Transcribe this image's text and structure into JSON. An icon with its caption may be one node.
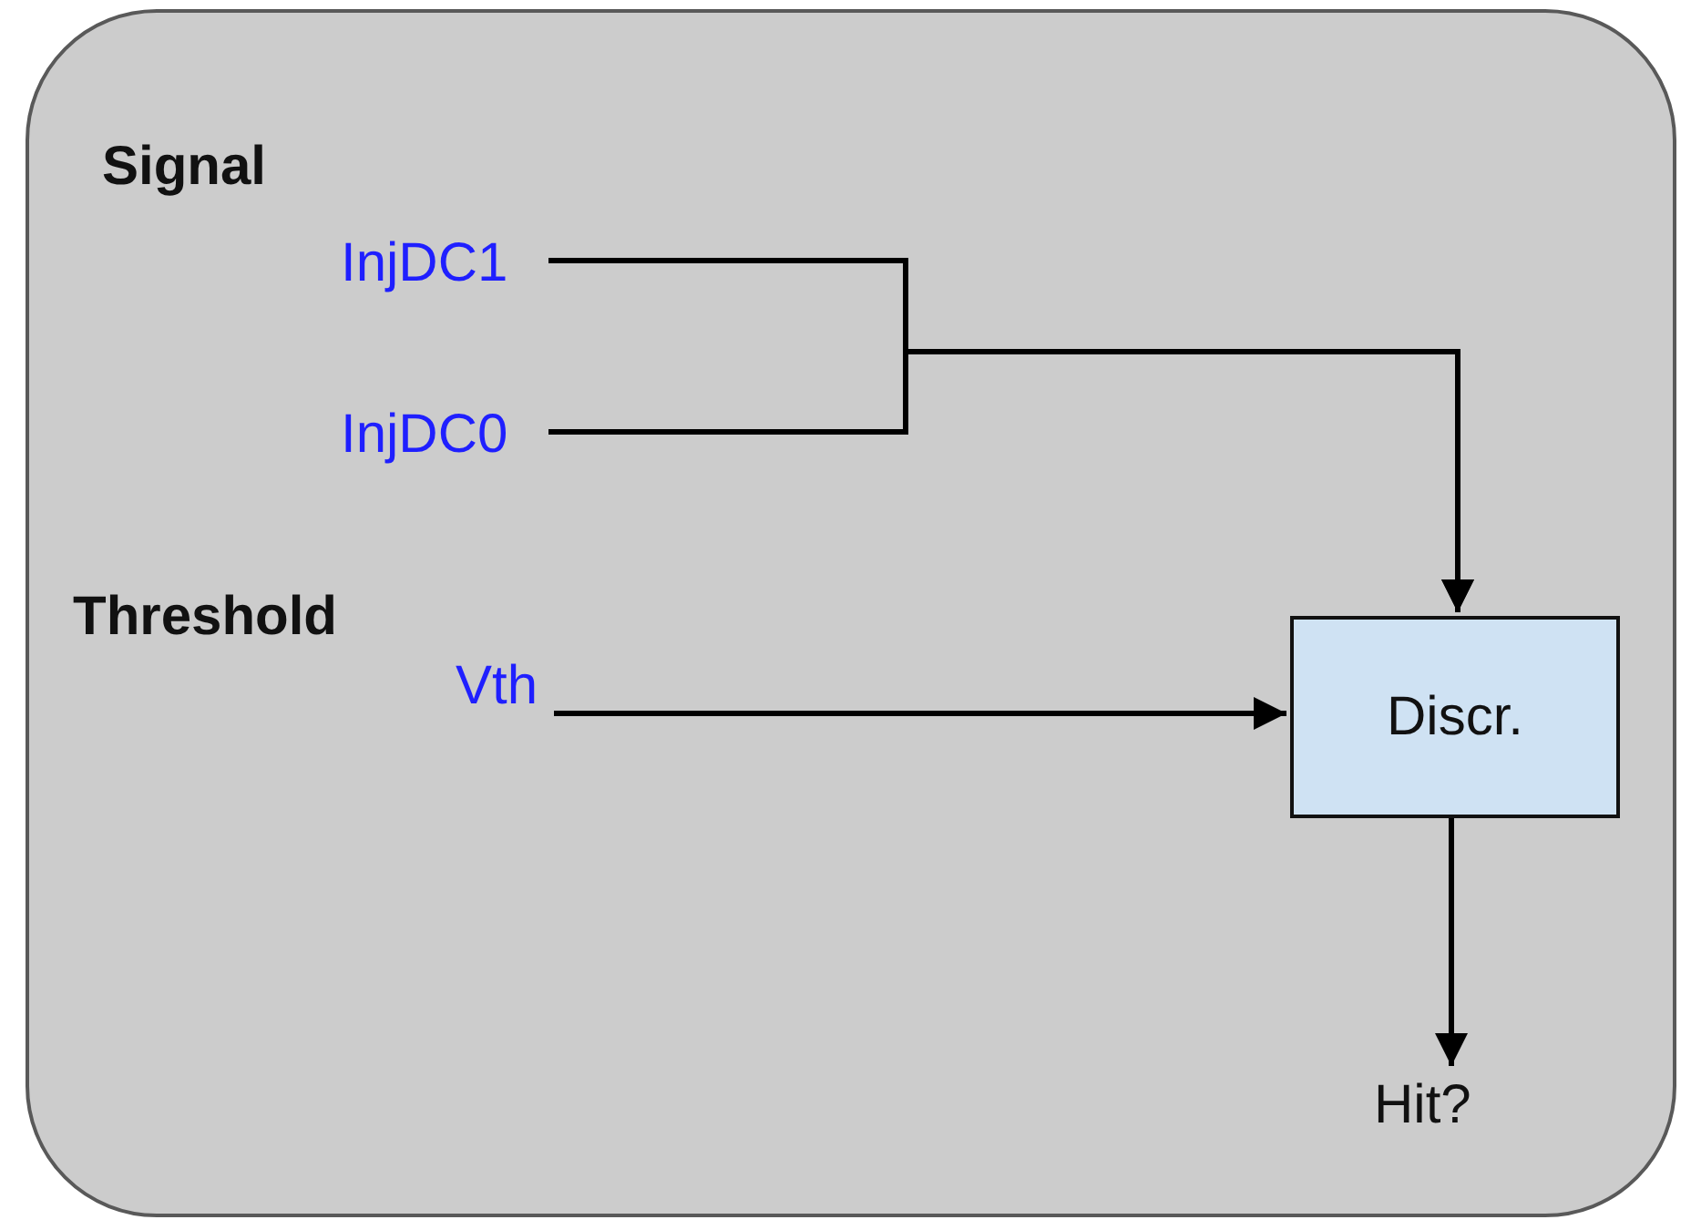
{
  "diagram": {
    "nodes": [
      {
        "text": [],
        "shape": "box"
      },
      {
        "text": [
          "InjDC1"
        ],
        "in": 0
      },
      {
        "text": [
          "InjDC0"
        ],
        "in": 0
      },
      {
        "text": [
          "Vth"
        ],
        "in": 0
      },
      {
        "text": [
          "Discr."
        ],
        "in": 0
      },
      {
        "text": [
          "Hit?"
        ],
        "in": 0
      }
    ],
    "edges": [
      {
        "from": 1,
        "to": 4,
        "arrow": "to"
      },
      {
        "from": 2,
        "to": 4,
        "arrow": "to"
      },
      {
        "from": 3,
        "to": 4,
        "arrow": "to"
      },
      {
        "from": 4,
        "to": 5,
        "arrow": "to"
      }
    ],
    "labels": [
      "Signal",
      "Threshold"
    ]
  }
}
